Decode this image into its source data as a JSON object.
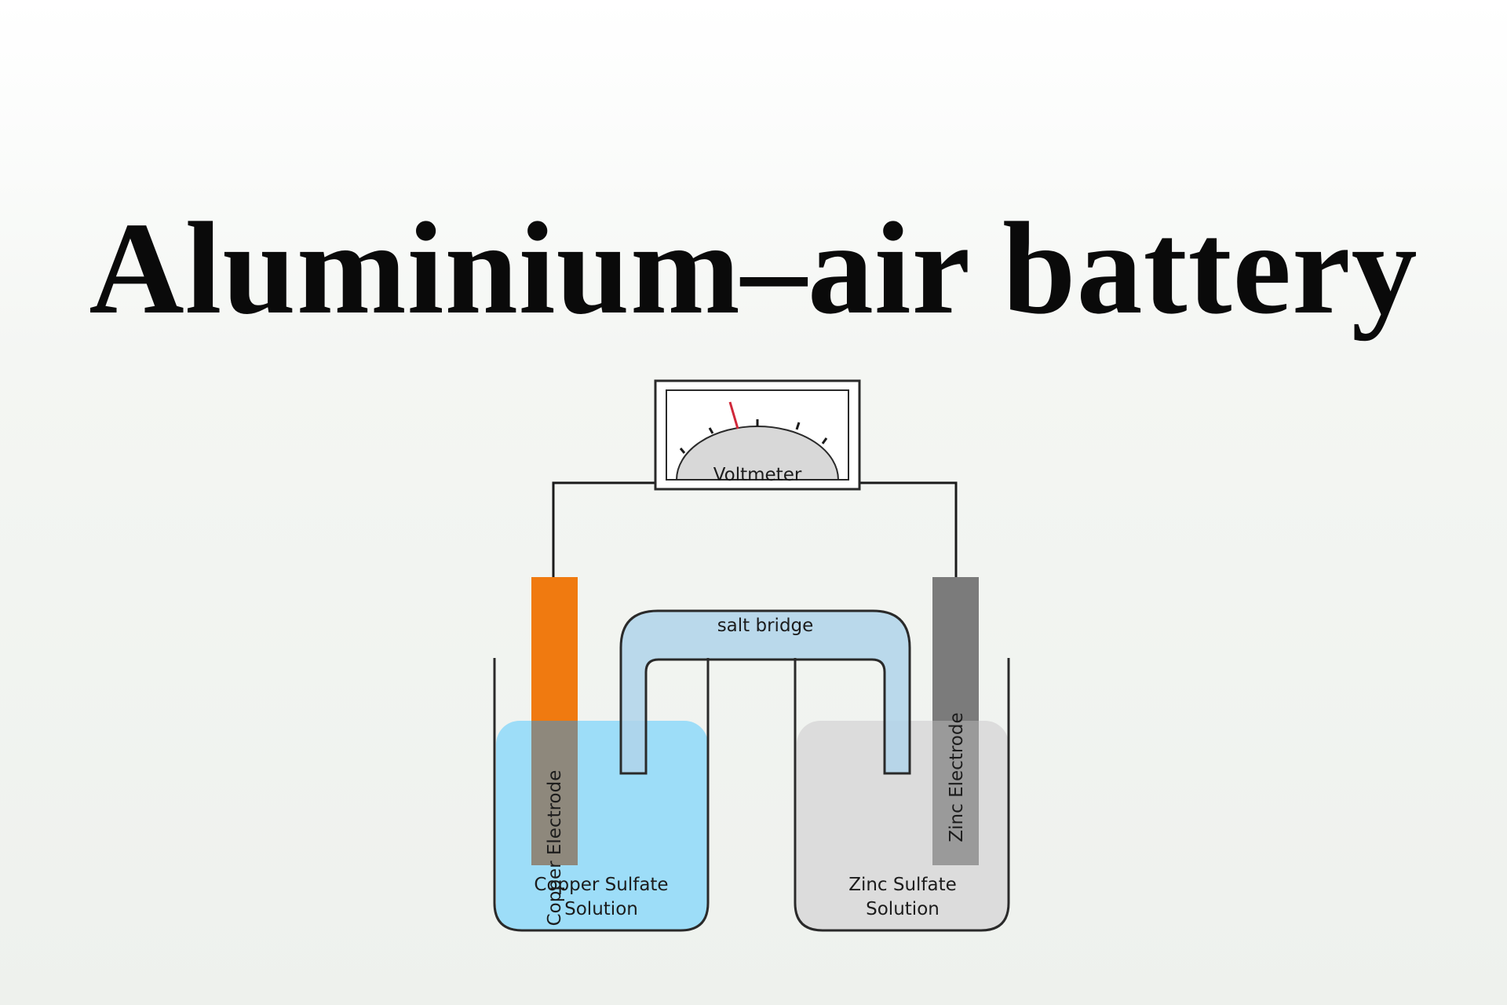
{
  "title": "Aluminium–air battery",
  "diagram": {
    "voltmeter_label": "Voltmeter",
    "salt_bridge_label": "salt bridge",
    "left_electrode_label": "Copper Electrode",
    "right_electrode_label": "Zinc Electrode",
    "left_solution_label_line1": "Copper Sulfate",
    "left_solution_label_line2": "Solution",
    "right_solution_label_line1": "Zinc Sulfate",
    "right_solution_label_line2": "Solution",
    "colors": {
      "copper_electrode": "#f07a10",
      "copper_electrode_submerged": "#8e887c",
      "zinc_electrode": "#7b7b7b",
      "copper_sulfate_solution": "#9dddf8",
      "zinc_sulfate_solution": "#dcdcdc",
      "salt_bridge": "#b0d4ea",
      "needle": "#d0283a",
      "wire": "#1a1a1a"
    }
  }
}
